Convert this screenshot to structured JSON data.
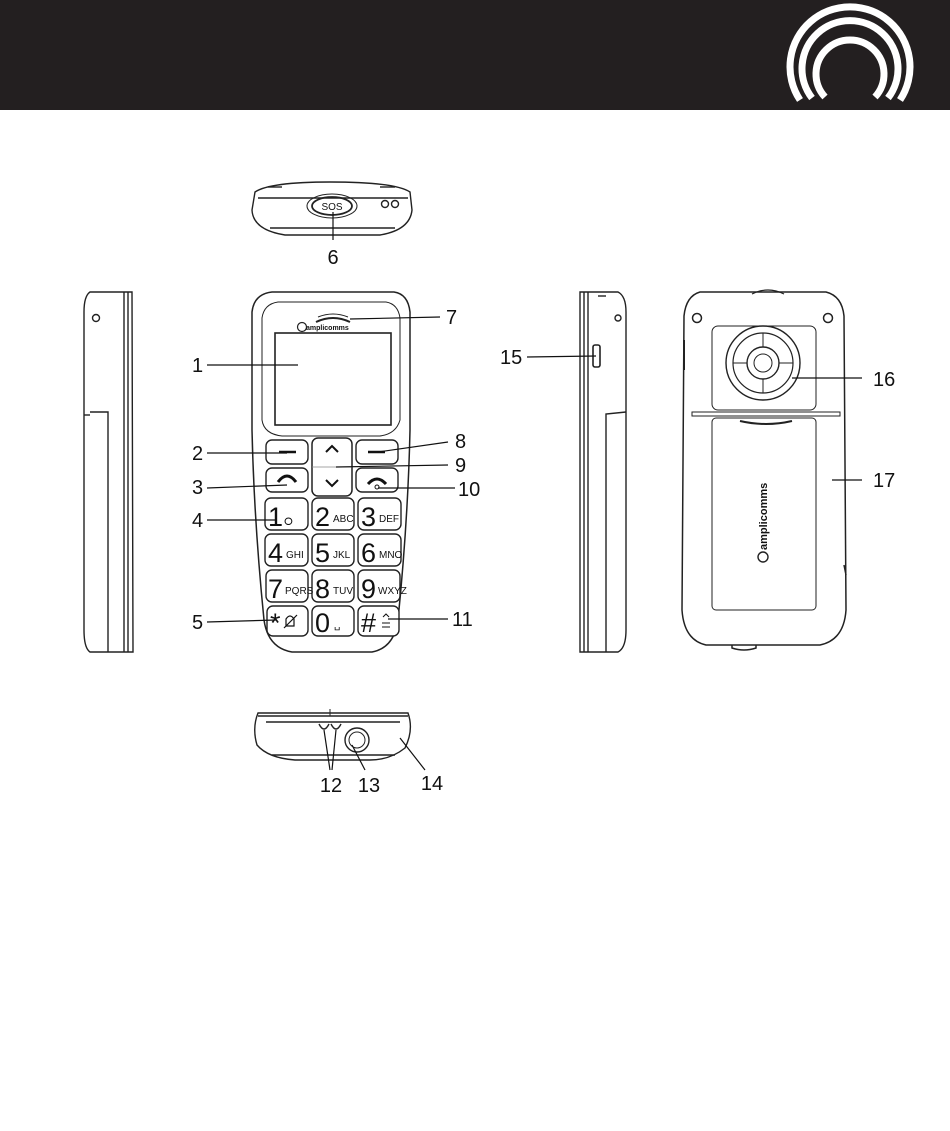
{
  "header": {
    "logo_icon": "circle-arcs-logo",
    "background": "#231f20"
  },
  "top_view": {
    "button_text": "SOS"
  },
  "front": {
    "brand": "amplicomms",
    "keys": [
      {
        "main": "1",
        "sub": "ⵔ"
      },
      {
        "main": "2",
        "sub": "ABC"
      },
      {
        "main": "3",
        "sub": "DEF"
      },
      {
        "main": "4",
        "sub": "GHI"
      },
      {
        "main": "5",
        "sub": "JKL"
      },
      {
        "main": "6",
        "sub": "MNO"
      },
      {
        "main": "7",
        "sub": "PQRS"
      },
      {
        "main": "8",
        "sub": "TUV"
      },
      {
        "main": "9",
        "sub": "WXYZ"
      },
      {
        "main": "*",
        "sub": ""
      },
      {
        "main": "0",
        "sub": "␣"
      },
      {
        "main": "#",
        "sub": ""
      }
    ]
  },
  "back": {
    "brand": "amplicomms"
  },
  "callouts": [
    "1",
    "2",
    "3",
    "4",
    "5",
    "6",
    "7",
    "8",
    "9",
    "10",
    "11",
    "12",
    "13",
    "14",
    "15",
    "16",
    "17"
  ]
}
